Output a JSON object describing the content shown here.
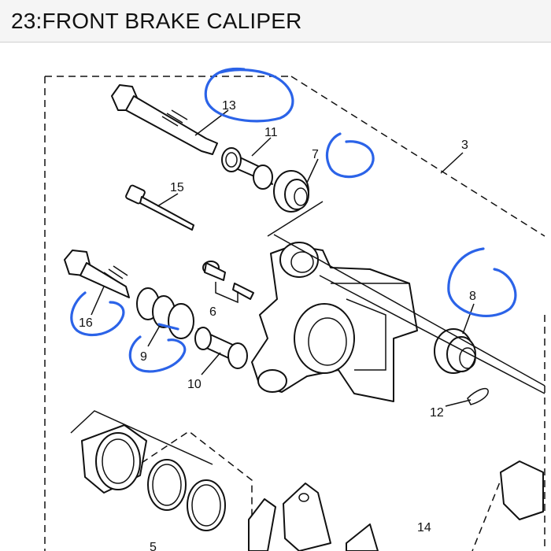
{
  "header": {
    "title": "23:FRONT BRAKE CALIPER"
  },
  "diagram": {
    "callouts": [
      {
        "id": "13",
        "label": "13"
      },
      {
        "id": "11",
        "label": "11"
      },
      {
        "id": "3",
        "label": "3"
      },
      {
        "id": "7",
        "label": "7"
      },
      {
        "id": "15",
        "label": "15"
      },
      {
        "id": "6",
        "label": "6"
      },
      {
        "id": "8",
        "label": "8"
      },
      {
        "id": "16",
        "label": "16"
      },
      {
        "id": "9",
        "label": "9"
      },
      {
        "id": "10",
        "label": "10"
      },
      {
        "id": "12",
        "label": "12"
      },
      {
        "id": "14",
        "label": "14"
      },
      {
        "id": "5",
        "label": "5"
      }
    ],
    "colors": {
      "line_art": "#111111",
      "annotation_ink": "#2b63e8",
      "header_bg": "#f5f5f5"
    }
  }
}
